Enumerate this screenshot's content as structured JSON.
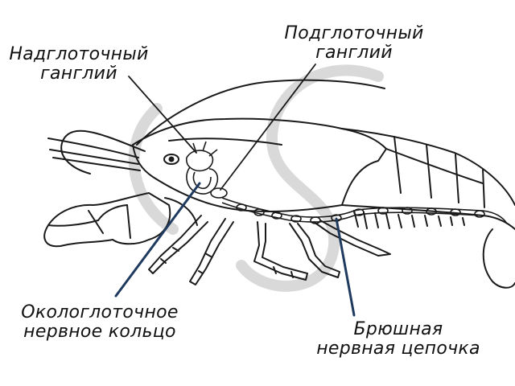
{
  "labels": {
    "supraesophageal": [
      "Надглоточный",
      "ганглий"
    ],
    "subesophageal": [
      "Подглоточный",
      "ганглий"
    ],
    "circumesophageal": [
      "Окологлоточное",
      "нервное кольцо"
    ],
    "ventral_cord": [
      "Брюшная",
      "нервная цепочка"
    ]
  },
  "colors": {
    "outline": "#1a1a1a",
    "pointer_plain": "#1a1a1a",
    "pointer_highlight": "#1f3a5f",
    "watermark": "#d9d9d9"
  }
}
